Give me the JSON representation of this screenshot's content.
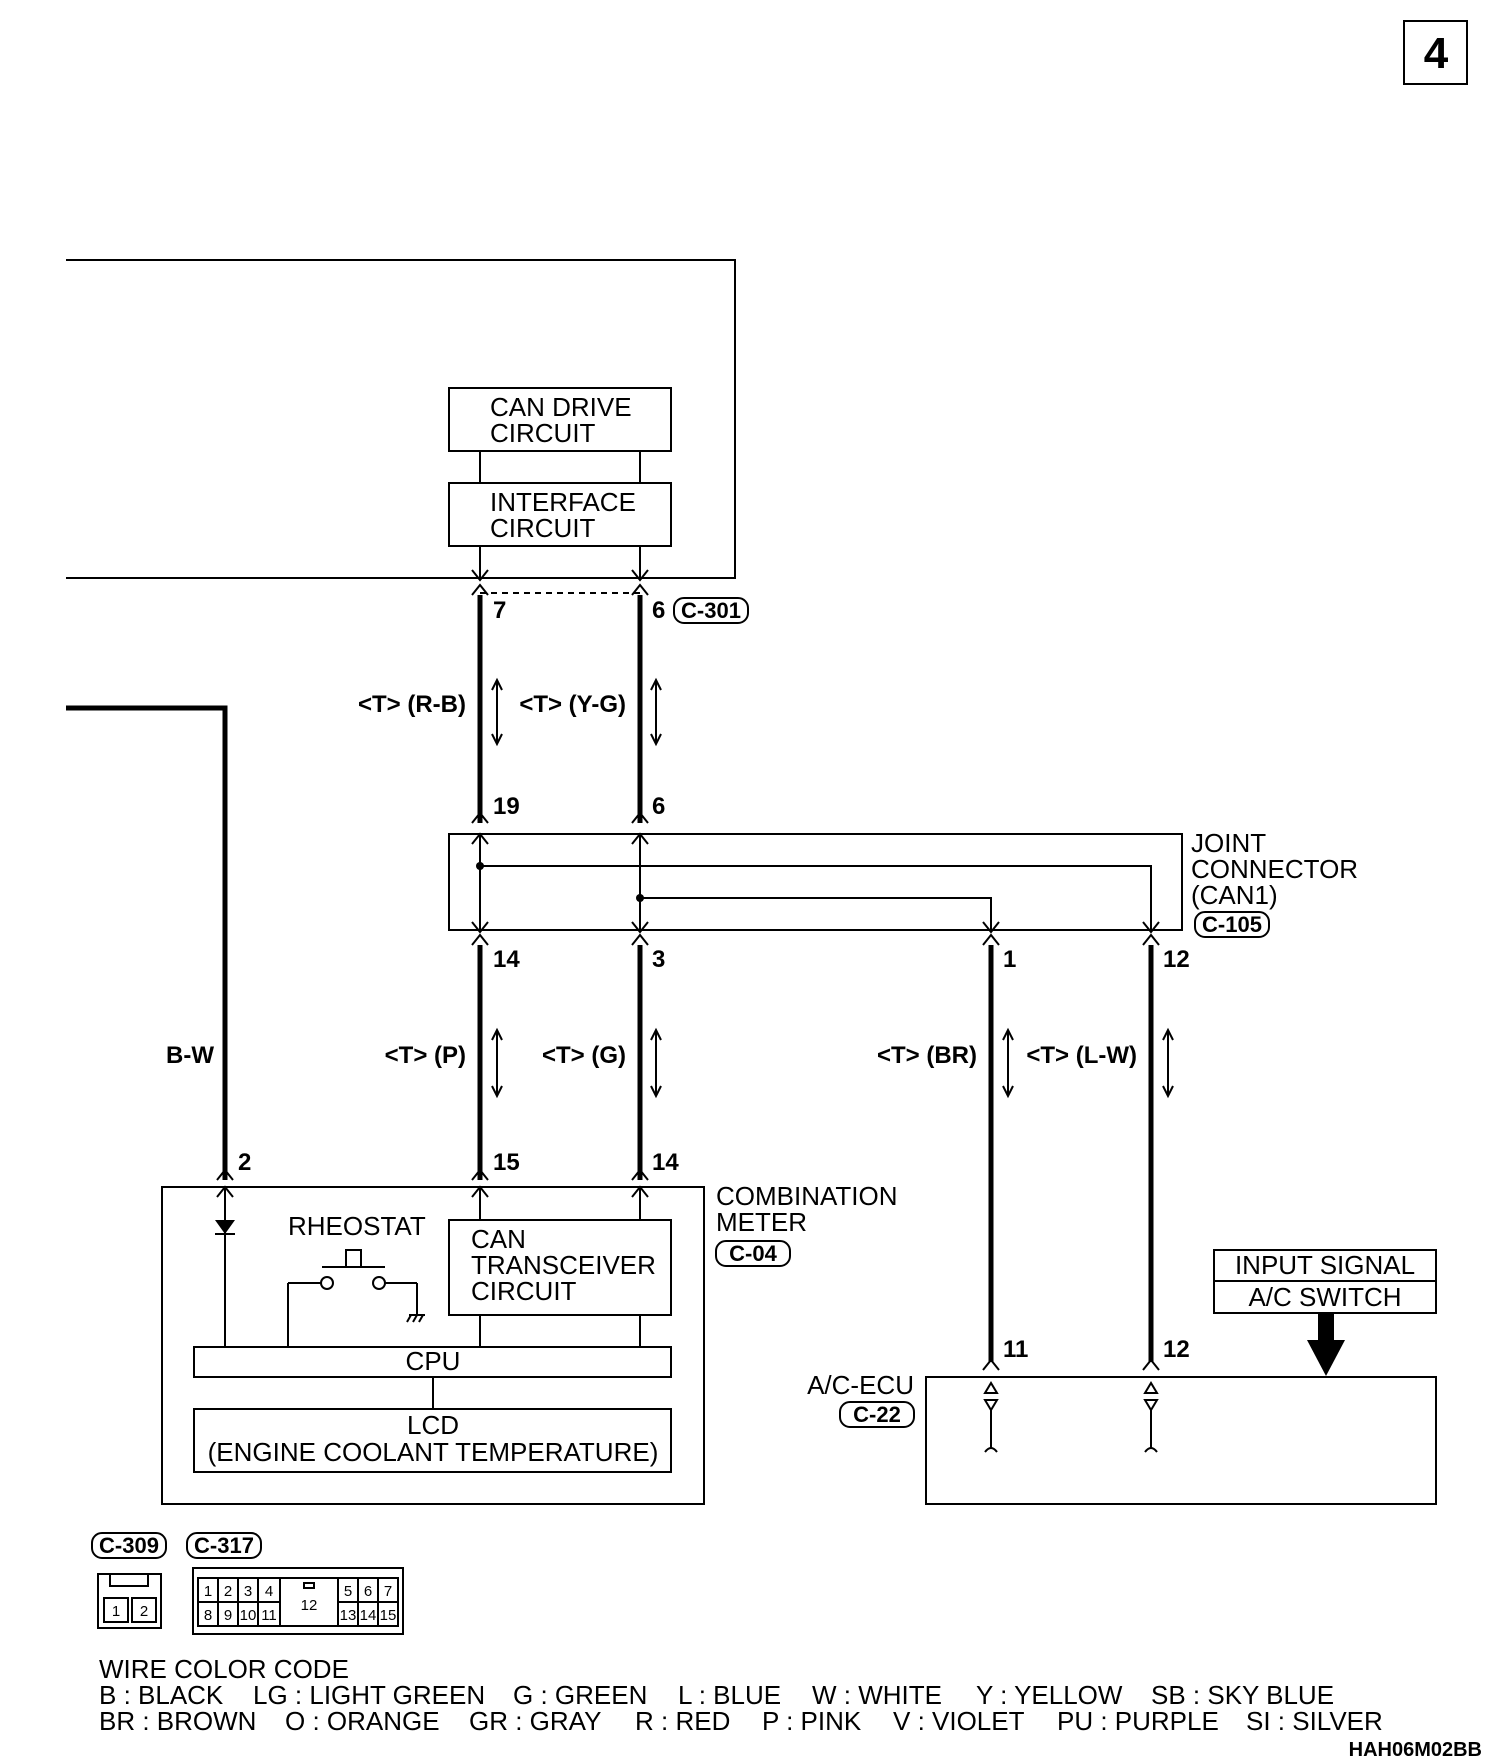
{
  "page_badge": "4",
  "blocks": {
    "can_drive": [
      "CAN DRIVE",
      "CIRCUIT"
    ],
    "interface": [
      "INTERFACE",
      "CIRCUIT"
    ],
    "can_transceiver": [
      "CAN",
      "TRANSCEIVER",
      "CIRCUIT"
    ],
    "cpu": "CPU",
    "lcd": [
      "LCD",
      "(ENGINE COOLANT TEMPERATURE)"
    ],
    "rheostat": "RHEOSTAT",
    "input_signal": [
      "INPUT SIGNAL",
      "A/C SWITCH"
    ]
  },
  "components": {
    "joint_connector": [
      "JOINT",
      "CONNECTOR",
      "(CAN1)"
    ],
    "joint_connector_id": "C-105",
    "combination_meter": [
      "COMBINATION",
      "METER"
    ],
    "combination_meter_id": "C-04",
    "ac_ecu": "A/C-ECU",
    "ac_ecu_id": "C-22",
    "upper_connector_id": "C-301"
  },
  "pins": {
    "p7": "7",
    "p6_top": "6",
    "p19": "19",
    "p6_joint": "6",
    "p14_joint": "14",
    "p3": "3",
    "p1": "1",
    "p12_joint": "12",
    "p2": "2",
    "p15": "15",
    "p14_meter": "14",
    "p11": "11",
    "p12_ecu": "12"
  },
  "wires": {
    "rb": "<T> (R-B)",
    "yg": "<T> (Y-G)",
    "bw": "B-W",
    "p": "<T> (P)",
    "g": "<T> (G)",
    "br": "<T> (BR)",
    "lw": "<T> (L-W)"
  },
  "connector_views": {
    "c309_id": "C-309",
    "c317_id": "C-317",
    "c309_pins": [
      "1",
      "2"
    ],
    "c317_top": [
      "1",
      "2",
      "3",
      "4",
      "5",
      "6",
      "7"
    ],
    "c317_bottom": [
      "8",
      "9",
      "10",
      "11",
      "13",
      "14",
      "15"
    ],
    "c317_center": "12"
  },
  "legend": {
    "title": "WIRE COLOR CODE",
    "row1": [
      "B : BLACK",
      "LG : LIGHT GREEN",
      "G : GREEN",
      "L : BLUE",
      "W : WHITE",
      "Y : YELLOW",
      "SB : SKY BLUE"
    ],
    "row2": [
      "BR : BROWN",
      "O : ORANGE",
      "GR : GRAY",
      "R : RED",
      "P : PINK",
      "V : VIOLET",
      "PU : PURPLE",
      "SI : SILVER"
    ]
  },
  "figure_code": "HAH06M02BB"
}
